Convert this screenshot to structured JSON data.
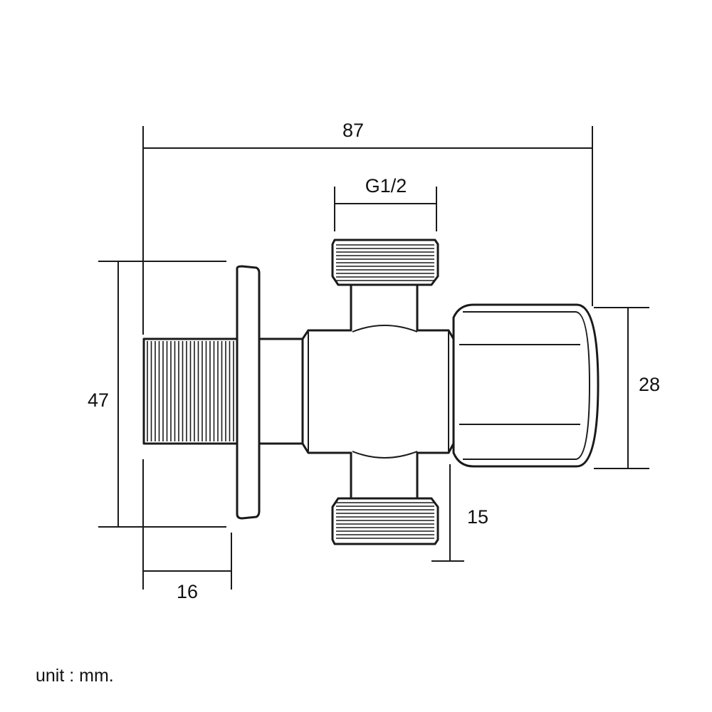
{
  "dimensions": {
    "overall_length": "87",
    "thread_size": "G1/2",
    "flange_height": "47",
    "body_height": "28",
    "outlet_offset": "15",
    "inlet_length": "16"
  },
  "footer": {
    "unit_note": "unit : mm."
  },
  "colors": {
    "line": "#1a1a1a",
    "background": "#ffffff"
  }
}
